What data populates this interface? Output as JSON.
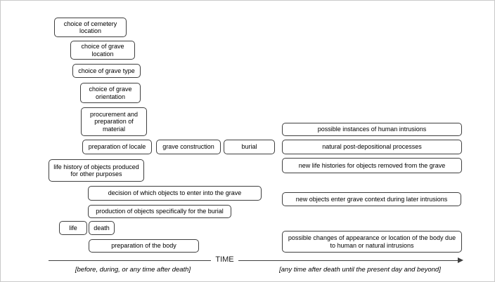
{
  "boxes": [
    {
      "label": "choice of cemetery location"
    },
    {
      "label": "choice of grave location"
    },
    {
      "label": "choice of grave type"
    },
    {
      "label": "choice of grave orientation"
    },
    {
      "label": "procurement and preparation of material"
    },
    {
      "label": "preparation of locale"
    },
    {
      "label": "grave construction"
    },
    {
      "label": "burial"
    },
    {
      "label": "life history of objects produced for other purposes"
    },
    {
      "label": "decision of which objects to enter into the grave"
    },
    {
      "label": "production of objects specifically for the burial"
    },
    {
      "label": "life"
    },
    {
      "label": "death"
    },
    {
      "label": "preparation of the body"
    },
    {
      "label": "possible instances of human intrusions"
    },
    {
      "label": "natural post-depositional processes"
    },
    {
      "label": "new life histories for objects removed from the grave"
    },
    {
      "label": "new objects enter grave context during later intrusions"
    },
    {
      "label": "possible changes of appearance or location of the body due to human or natural intrusions"
    }
  ],
  "timeline": {
    "label": "TIME",
    "left_caption": "[before, during, or any time after death]",
    "right_caption": "[any time after death until the present day and beyond]"
  },
  "colors": {
    "box_border": "#3f3f3f",
    "box_fill": "#ffffff",
    "text": "#000000",
    "axis": "#3f3f3f"
  }
}
